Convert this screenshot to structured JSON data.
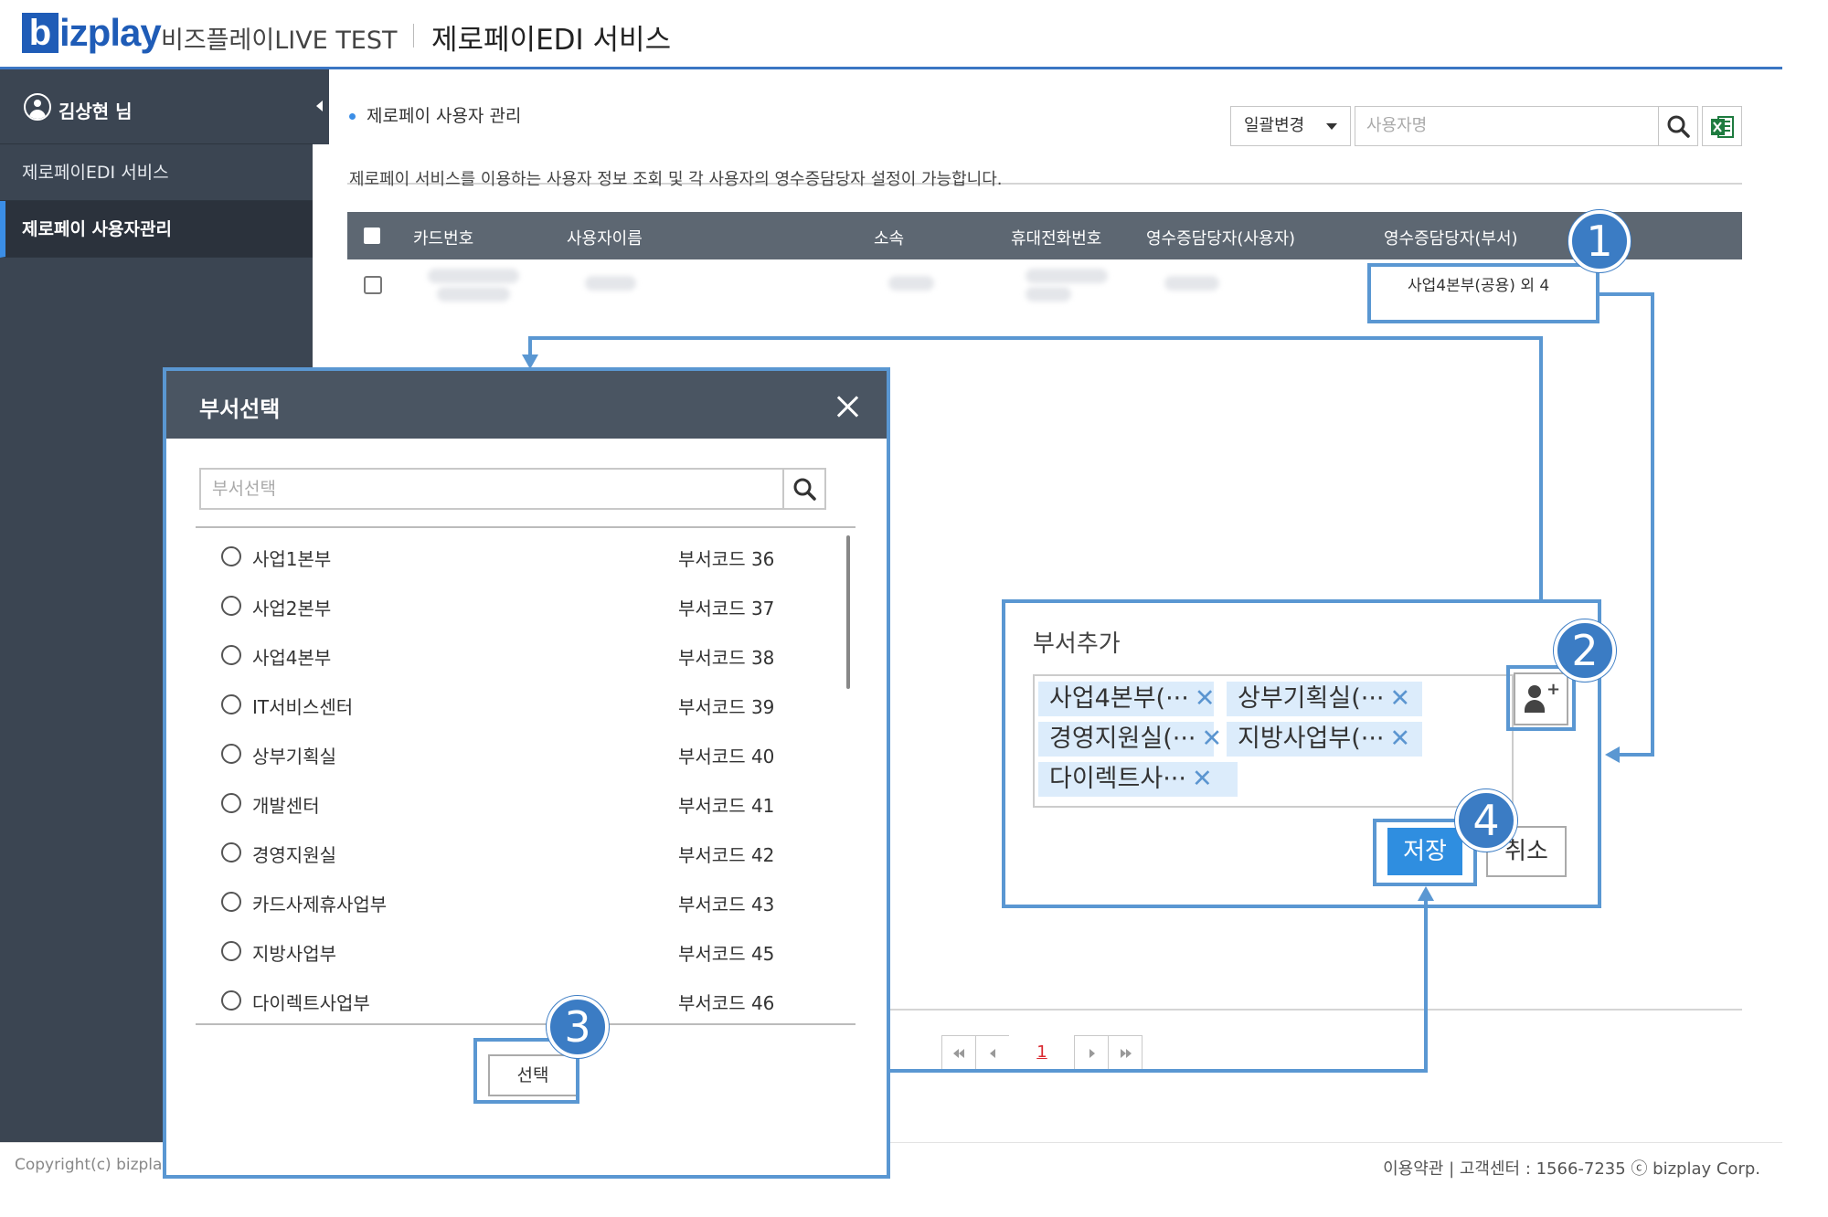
{
  "header": {
    "logo_b": "b",
    "logo_rest": "izplay",
    "brand_sub": "비즈플레이LIVE TEST",
    "service_title": "제로페이EDI 서비스"
  },
  "sidebar": {
    "user_name": "김상현 님",
    "items": [
      {
        "label": "제로페이EDI 서비스"
      },
      {
        "label": "제로페이 사용자관리"
      }
    ]
  },
  "main": {
    "page_title": "제로페이 사용자 관리",
    "description": "제로페이 서비스를 이용하는 사용자 정보 조회 및 각 사용자의 영수증담당자 설정이 가능합니다.",
    "bulk_select": "일괄변경",
    "search_placeholder": "사용자명",
    "columns": [
      "카드번호",
      "사용자이름",
      "소속",
      "휴대전화번호",
      "영수증담당자(사용자)",
      "영수증담당자(부서)"
    ],
    "row": {
      "dept_manager": "사업4본부(공용) 외 4"
    },
    "pagination": {
      "current": "1"
    }
  },
  "dept_modal": {
    "title": "부서선택",
    "search_placeholder": "부서선택",
    "items": [
      {
        "name": "사업1본부",
        "code": "부서코드 36"
      },
      {
        "name": "사업2본부",
        "code": "부서코드 37"
      },
      {
        "name": "사업4본부",
        "code": "부서코드 38"
      },
      {
        "name": "IT서비스센터",
        "code": "부서코드 39"
      },
      {
        "name": "상부기획실",
        "code": "부서코드 40"
      },
      {
        "name": "개발센터",
        "code": "부서코드 41"
      },
      {
        "name": "경영지원실",
        "code": "부서코드 42"
      },
      {
        "name": "카드사제휴사업부",
        "code": "부서코드 43"
      },
      {
        "name": "지방사업부",
        "code": "부서코드 45"
      },
      {
        "name": "다이렉트사업부",
        "code": "부서코드 46"
      }
    ],
    "select_button": "선택"
  },
  "add_panel": {
    "title": "부서추가",
    "chips": [
      "사업4본부(···",
      "상부기획실(···",
      "경영지원실(···",
      "지방사업부(···",
      "다이렉트사···"
    ],
    "chip_remove": "✕",
    "save_button": "저장",
    "cancel_button": "취소"
  },
  "annotations": {
    "badges": [
      "1",
      "2",
      "3",
      "4"
    ],
    "color": "#5a97d2"
  },
  "footer": {
    "copyright": "Copyright(c) bizplay",
    "right": "이용약관 | 고객센터 : 1566-7235 ⓒ bizplay Corp."
  }
}
